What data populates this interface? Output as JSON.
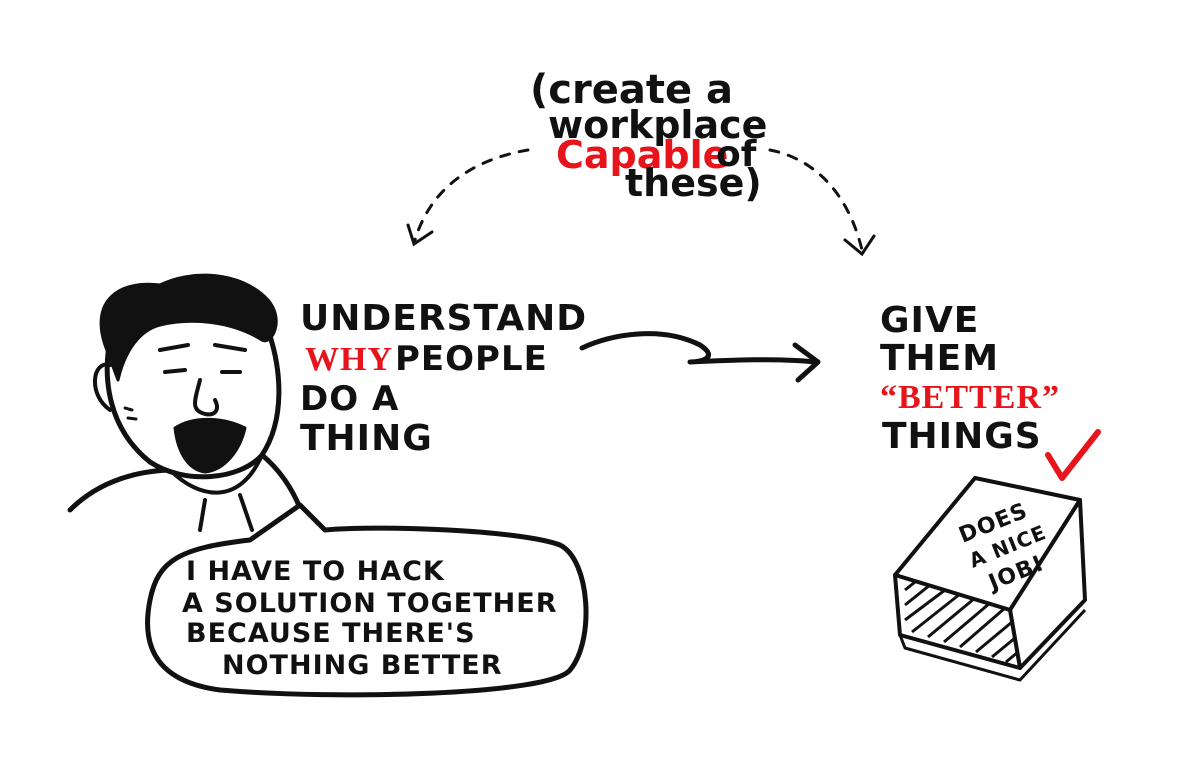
{
  "colors": {
    "ink": "#111111",
    "accent": "#e8141b",
    "paper": "#ffffff"
  },
  "top_note": {
    "line1": "(create a",
    "line2": "workplace",
    "line3_red": "Capable",
    "line3_rest": "of",
    "line4": "these)"
  },
  "left_text": {
    "line1": "UNDERSTAND",
    "line2_red": "WHY",
    "line2_rest": "PEOPLE",
    "line3": "DO A",
    "line4": "THING"
  },
  "right_text": {
    "line1": "GIVE",
    "line2": "THEM",
    "line3_red": "“BETTER”",
    "line4": "THINGS"
  },
  "speech_bubble": {
    "line1": "I HAVE TO HACK",
    "line2": "A SOLUTION TOGETHER",
    "line3": "BECAUSE THERE'S",
    "line4": "NOTHING BETTER"
  },
  "box_label": {
    "line1": "DOES",
    "line2": "A NICE",
    "line3": "JOB!"
  },
  "icons": [
    "person-illustration",
    "speech-bubble",
    "squiggle-arrow-icon",
    "dashed-arrow-left-icon",
    "dashed-arrow-right-icon",
    "checkmark-icon",
    "product-box-illustration"
  ]
}
